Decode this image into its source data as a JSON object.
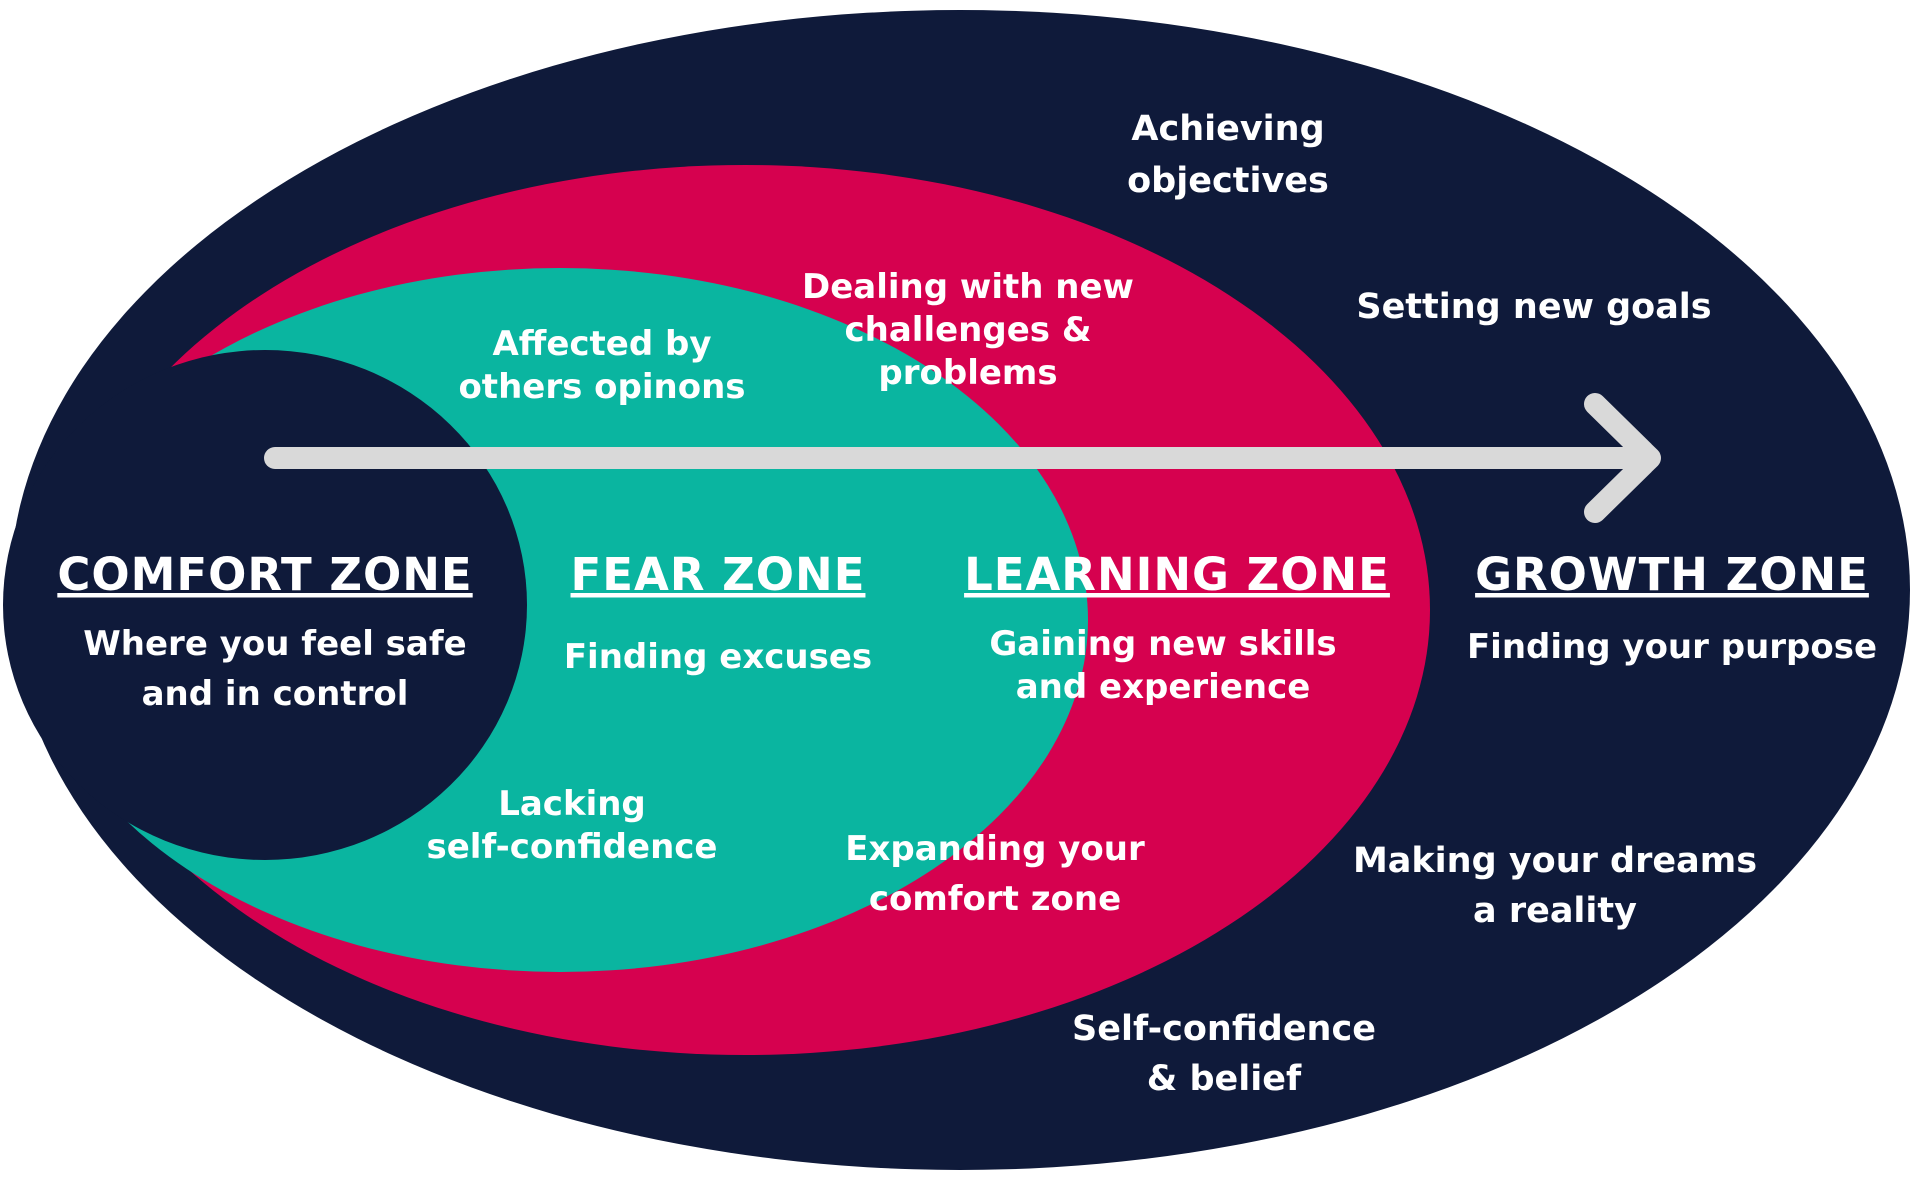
{
  "colors": {
    "growth": "#0f1a3a",
    "learning": "#d6014f",
    "fear": "#0ab5a0",
    "comfort": "#0f1a3a",
    "arrow": "#d9d9d9",
    "text": "#ffffff"
  },
  "zones": {
    "comfort": {
      "title": "COMFORT ZONE",
      "desc_line1": "Where you feel safe",
      "desc_line2": "and in control"
    },
    "fear": {
      "title": "FEAR ZONE",
      "desc": "Finding excuses",
      "top_line1": "Affected by",
      "top_line2": "others opinons",
      "bottom_line1": "Lacking",
      "bottom_line2": "self-confidence"
    },
    "learning": {
      "title": "LEARNING ZONE",
      "desc_line1": "Gaining new skills",
      "desc_line2": "and experience",
      "top_line1": "Dealing with new",
      "top_line2": "challenges &",
      "top_line3": "problems",
      "bottom_line1": "Expanding your",
      "bottom_line2": "comfort zone"
    },
    "growth": {
      "title": "GROWTH ZONE",
      "desc": "Finding your purpose",
      "item1_line1": "Achieving",
      "item1_line2": "objectives",
      "item2": "Setting new goals",
      "item3_line1": "Making your dreams",
      "item3_line2": "a reality",
      "item4_line1": "Self-confidence",
      "item4_line2": "& belief"
    }
  },
  "arrow_icon": "right-arrow-icon"
}
